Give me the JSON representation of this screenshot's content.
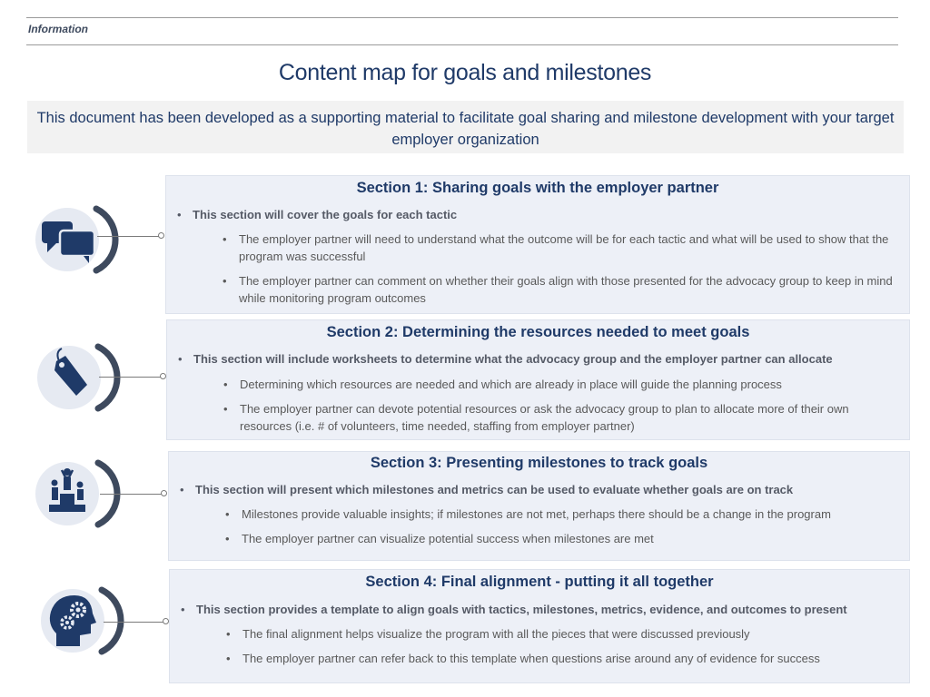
{
  "header": {
    "tag": "Information"
  },
  "title": "Content map for goals and milestones",
  "intro": "This document has been developed as a supporting material to facilitate goal sharing and milestone development with your target employer organization",
  "colors": {
    "navy": "#1f3a68",
    "panel": "#edf0f7",
    "arc": "#3e4a5e",
    "circle": "#e6eaf2"
  },
  "sections": [
    {
      "icon": "chat-bubbles-icon",
      "heading": "Section 1: Sharing goals with the employer partner",
      "main": "This section will cover the goals for each tactic",
      "points": [
        "The employer partner will need to understand what the outcome will be for each tactic and what will be used to show that the program was successful",
        "The employer partner can comment on whether their goals align with those presented for the advocacy group to keep in mind while monitoring program outcomes"
      ]
    },
    {
      "icon": "price-tag-icon",
      "heading": "Section 2: Determining the resources needed to meet goals",
      "main": "This section will include worksheets to determine what the advocacy group and the employer partner can allocate",
      "points": [
        "Determining which resources are needed and which are already in place will guide the planning process",
        "The employer partner can devote potential resources or ask the advocacy group to plan to allocate more of their own resources (i.e. # of volunteers, time needed, staffing from employer partner)"
      ]
    },
    {
      "icon": "podium-icon",
      "heading": "Section 3: Presenting milestones to track goals",
      "main": "This section will present which milestones and metrics can be used to evaluate whether goals are on track",
      "points": [
        "Milestones provide valuable insights; if milestones are not met, perhaps there should be a change in the program",
        "The employer partner can visualize potential success when milestones are met"
      ]
    },
    {
      "icon": "head-gears-icon",
      "heading": "Section 4: Final alignment - putting it all together",
      "main": "This section provides a template to align goals with tactics, milestones, metrics, evidence, and outcomes to present",
      "points": [
        "The final alignment helps visualize the program with all the pieces that were discussed previously",
        "The employer partner can refer back to this template when questions arise around any of evidence for success"
      ]
    }
  ]
}
